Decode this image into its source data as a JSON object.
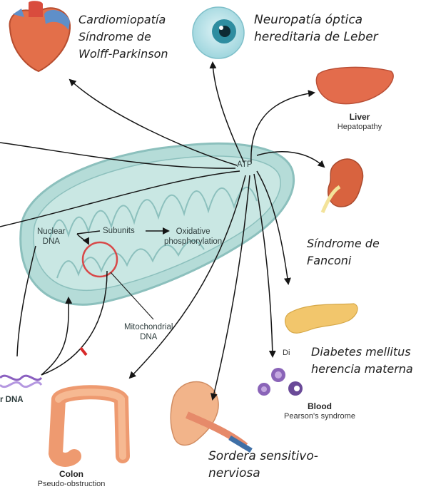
{
  "labels": {
    "heart": "Cardiomiopatía\nSíndrome de\nWolff-Parkinson",
    "eye": "Neuropatía óptica\nhereditaria de Leber",
    "kidney": "Síndrome de\nFanconi",
    "pancreas": "Diabetes mellitus\nherencia materna",
    "ear": "Sordera sensitivo-\nnerviosa"
  },
  "organs": {
    "liver": {
      "title": "Liver",
      "sub": "Hepatopathy"
    },
    "blood": {
      "title": "Blood",
      "sub": "Pearson's syndrome"
    },
    "colon": {
      "title": "Colon",
      "sub": "Pseudo-obstruction"
    },
    "pancreas_partial": "Di"
  },
  "mito": {
    "atp": "ATP",
    "nuclear_dna": "Nuclear\nDNA",
    "subunits": "Subunits",
    "oxphos": "Oxidative\nphosphorylation",
    "mito_dna": "Mitochondrial\nDNA",
    "nuclear_dna_cut": "r DNA"
  },
  "colors": {
    "mito_fill": "#a9d4d0",
    "mito_outline": "#7fb6b3",
    "arrow": "#151515",
    "mtdna_ring": "#d84848",
    "block_mark": "#d82a2a"
  }
}
